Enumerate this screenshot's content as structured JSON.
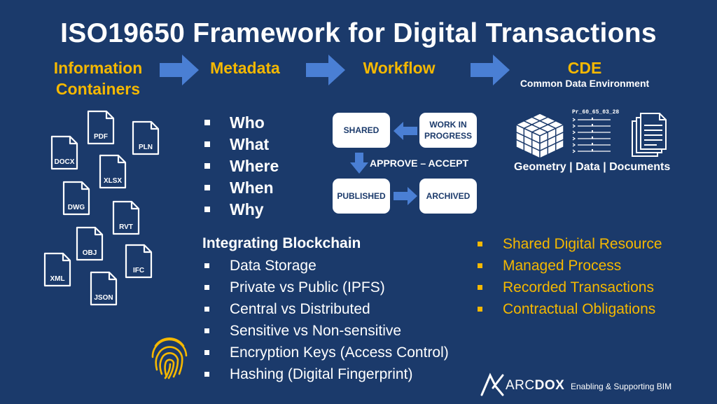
{
  "title": "ISO19650 Framework for Digital Transactions",
  "stages": {
    "information_containers": "Information\nContainers",
    "metadata": "Metadata",
    "workflow": "Workflow",
    "cde": "CDE",
    "cde_subtitle": "Common Data Environment"
  },
  "file_types": [
    "PDF",
    "PLN",
    "DOCX",
    "XLSX",
    "DWG",
    "RVT",
    "OBJ",
    "IFC",
    "XML",
    "JSON"
  ],
  "metadata_items": [
    "Who",
    "What",
    "Where",
    "When",
    "Why"
  ],
  "workflow": {
    "shared": "SHARED",
    "work_in_progress": "WORK IN\nPROGRESS",
    "approve_accept": "APPROVE – ACCEPT",
    "published": "PUBLISHED",
    "archived": "ARCHIVED"
  },
  "cde": {
    "list_header": "Pr_60_65_03_28",
    "caption": "Geometry | Data | Documents"
  },
  "blockchain": {
    "heading": "Integrating Blockchain",
    "items": [
      "Data Storage",
      "Private vs Public (IPFS)",
      "Central vs Distributed",
      "Sensitive vs Non-sensitive",
      "Encryption Keys (Access Control)",
      "Hashing (Digital Fingerprint)"
    ]
  },
  "benefits": [
    "Shared Digital Resource",
    "Managed Process",
    "Recorded Transactions",
    "Contractual Obligations"
  ],
  "brand": {
    "name_light": "ARC",
    "name_bold": "DOX",
    "tagline": "Enabling & Supporting BIM"
  },
  "icons": {
    "flow_arrows": "arrow-right-icon",
    "fingerprint": "fingerprint-icon",
    "cube": "cube-icon",
    "documents": "documents-stack-icon"
  },
  "colors": {
    "background": "#1b3a6b",
    "accent": "#f5b800",
    "arrow": "#4a7fd4"
  }
}
